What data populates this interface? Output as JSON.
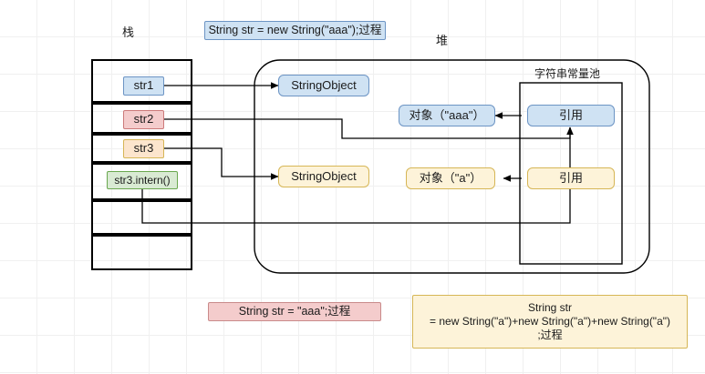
{
  "diagram": {
    "title_stack": "栈",
    "title_heap": "堆",
    "title_pool": "字符串常量池"
  },
  "legend": {
    "top": "String str = new String(\"aaa\");过程",
    "bottom_left": "String str = \"aaa\";过程",
    "bottom_right_line1": "String str",
    "bottom_right_line2": "= new String(\"a\")+new String(\"a\")+new String(\"a\")",
    "bottom_right_line3": ";过程"
  },
  "stack": {
    "vars": [
      {
        "label": "str1",
        "color": "#cfe2f3"
      },
      {
        "label": "str2",
        "color": "#f4cccc"
      },
      {
        "label": "str3",
        "color": "#fce5cd"
      },
      {
        "label": "str3.intern()",
        "color": "#d9ead3"
      }
    ]
  },
  "heap": {
    "objects": [
      {
        "label": "StringObject",
        "color": "#cfe2f3"
      },
      {
        "label": "StringObject",
        "color": "#fce5cd"
      }
    ],
    "pool_objects": [
      {
        "label": "对象（\"aaa\"）",
        "color": "#cfe2f3"
      },
      {
        "label": "对象（\"a\"）",
        "color": "#fdf3d9"
      }
    ],
    "pool_refs": [
      {
        "label": "引用",
        "color": "#cfe2f3"
      },
      {
        "label": "引用",
        "color": "#fdf3d9"
      }
    ]
  },
  "colors": {
    "blue": "#cfe2f3",
    "red": "#f4cccc",
    "yellow": "#fce5cd",
    "yellow_light": "#fdf3d9",
    "green": "#d9ead3",
    "line": "#000000",
    "grid": "#f0f0f0"
  }
}
